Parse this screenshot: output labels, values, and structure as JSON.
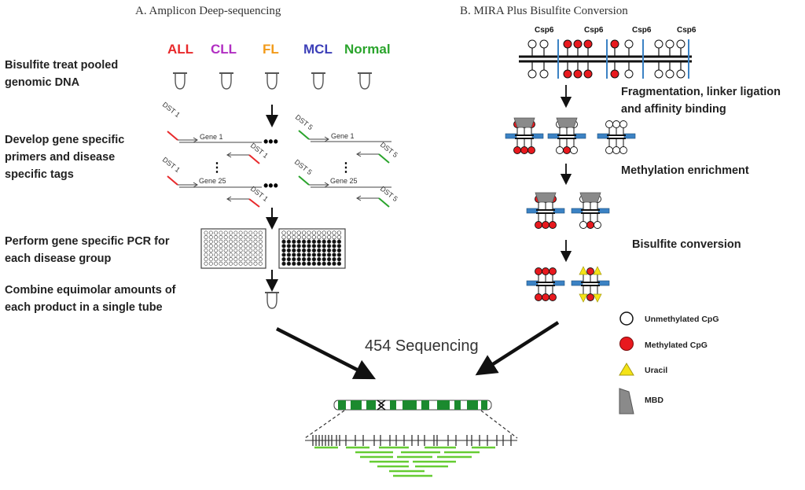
{
  "panel_a": {
    "title": "A. Amplicon Deep-sequencing",
    "diseases": [
      {
        "name": "ALL",
        "color": "#e8292b"
      },
      {
        "name": "CLL",
        "color": "#b12ec2"
      },
      {
        "name": "FL",
        "color": "#f29a19"
      },
      {
        "name": "MCL",
        "color": "#3c3fb8"
      },
      {
        "name": "Normal",
        "color": "#2aa42c"
      }
    ],
    "steps": [
      "Bisulfite treat pooled genomic DNA",
      "Develop gene specific primers and disease specific tags",
      "Perform gene specific PCR for each disease group",
      "Combine equimolar amounts of each product in a single tube"
    ],
    "primer_labels": {
      "dst1": "DST 1",
      "dst5": "DST 5",
      "gene1": "Gene 1",
      "gene25": "Gene 25",
      "ellipsis": "..."
    }
  },
  "panel_b": {
    "title": "B. MIRA Plus Bisulfite Conversion",
    "enzyme": "Csp6",
    "steps": [
      "Fragmentation, linker ligation and affinity binding",
      "Methylation enrichment",
      "Bisulfite conversion"
    ]
  },
  "legend": [
    {
      "label": "Unmethylated CpG",
      "shape": "open-circle"
    },
    {
      "label": "Methylated CpG",
      "shape": "red-circle",
      "color": "#e8191e"
    },
    {
      "label": "Uracil",
      "shape": "yellow-triangle",
      "color": "#f4e316"
    },
    {
      "label": "MBD",
      "shape": "gray-trapezoid",
      "color": "#8a8a8a"
    }
  ],
  "sequencing": {
    "label": "454 Sequencing"
  },
  "colors": {
    "linker": "#3b82c4",
    "read": "#66cc33",
    "chrom": "#1b8a2e"
  }
}
